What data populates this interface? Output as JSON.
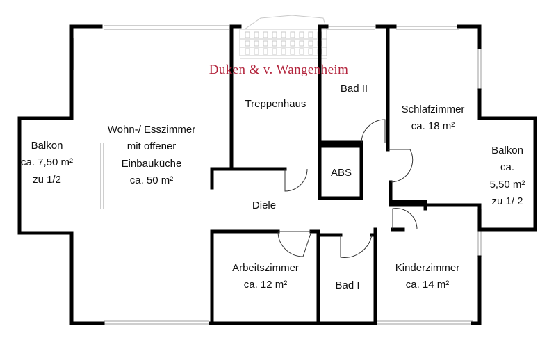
{
  "brand": {
    "name": "Duken & v. Wangenheim",
    "color": "#b3243c"
  },
  "rooms": [
    {
      "id": "wohnzimmer",
      "lines": [
        "Wohn-/ Esszimmer",
        "mit offener",
        "Einbauküche",
        "ca. 50 m²"
      ]
    },
    {
      "id": "balkon-west",
      "lines": [
        "Balkon",
        "ca. 7,50 m²",
        "zu 1/2"
      ]
    },
    {
      "id": "treppenhaus",
      "lines": [
        "Treppenhaus"
      ]
    },
    {
      "id": "bad-ii",
      "lines": [
        "Bad II"
      ]
    },
    {
      "id": "schlafzimmer",
      "lines": [
        "Schlafzimmer",
        "ca. 18 m²"
      ]
    },
    {
      "id": "balkon-ost",
      "lines": [
        "Balkon",
        "ca.",
        "5,50 m²",
        "zu 1/ 2"
      ]
    },
    {
      "id": "abs",
      "lines": [
        "ABS"
      ]
    },
    {
      "id": "diele",
      "lines": [
        "Diele"
      ]
    },
    {
      "id": "arbeitszimmer",
      "lines": [
        "Arbeitszimmer",
        "ca. 12 m²"
      ]
    },
    {
      "id": "bad-i",
      "lines": [
        "Bad I"
      ]
    },
    {
      "id": "kinderzimmer",
      "lines": [
        "Kinderzimmer",
        "ca. 14 m²"
      ]
    }
  ],
  "colors": {
    "wall": "#000000",
    "window": "#bdbdbd",
    "door": "#333333"
  }
}
